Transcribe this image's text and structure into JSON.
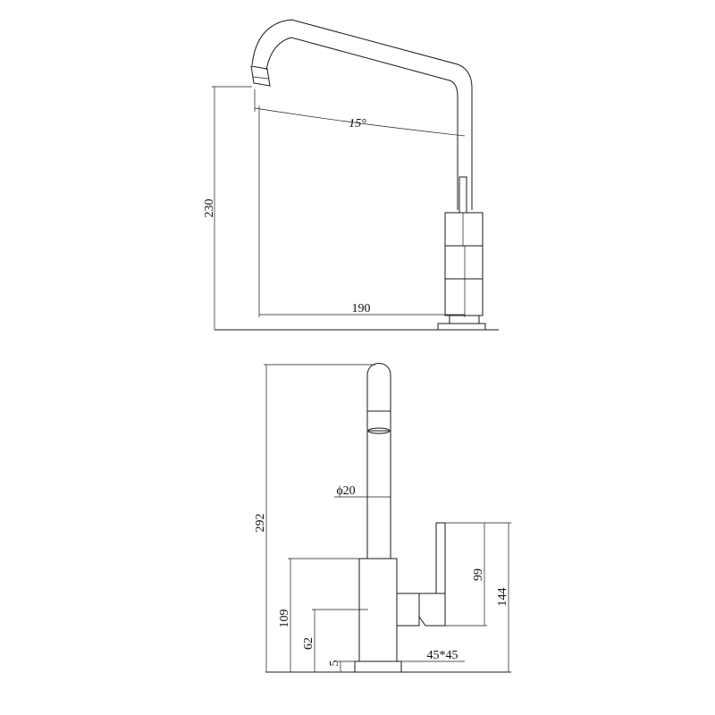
{
  "top_view": {
    "dim_height": "230",
    "dim_reach": "190",
    "dim_angle": "15°"
  },
  "front_view": {
    "dim_total_height": "292",
    "dim_diameter": "ϕ20",
    "dim_base_height": "109",
    "dim_handle_height": "62",
    "dim_plate": "5",
    "dim_body": "45*45",
    "dim_lever_short": "99",
    "dim_lever_long": "144"
  }
}
